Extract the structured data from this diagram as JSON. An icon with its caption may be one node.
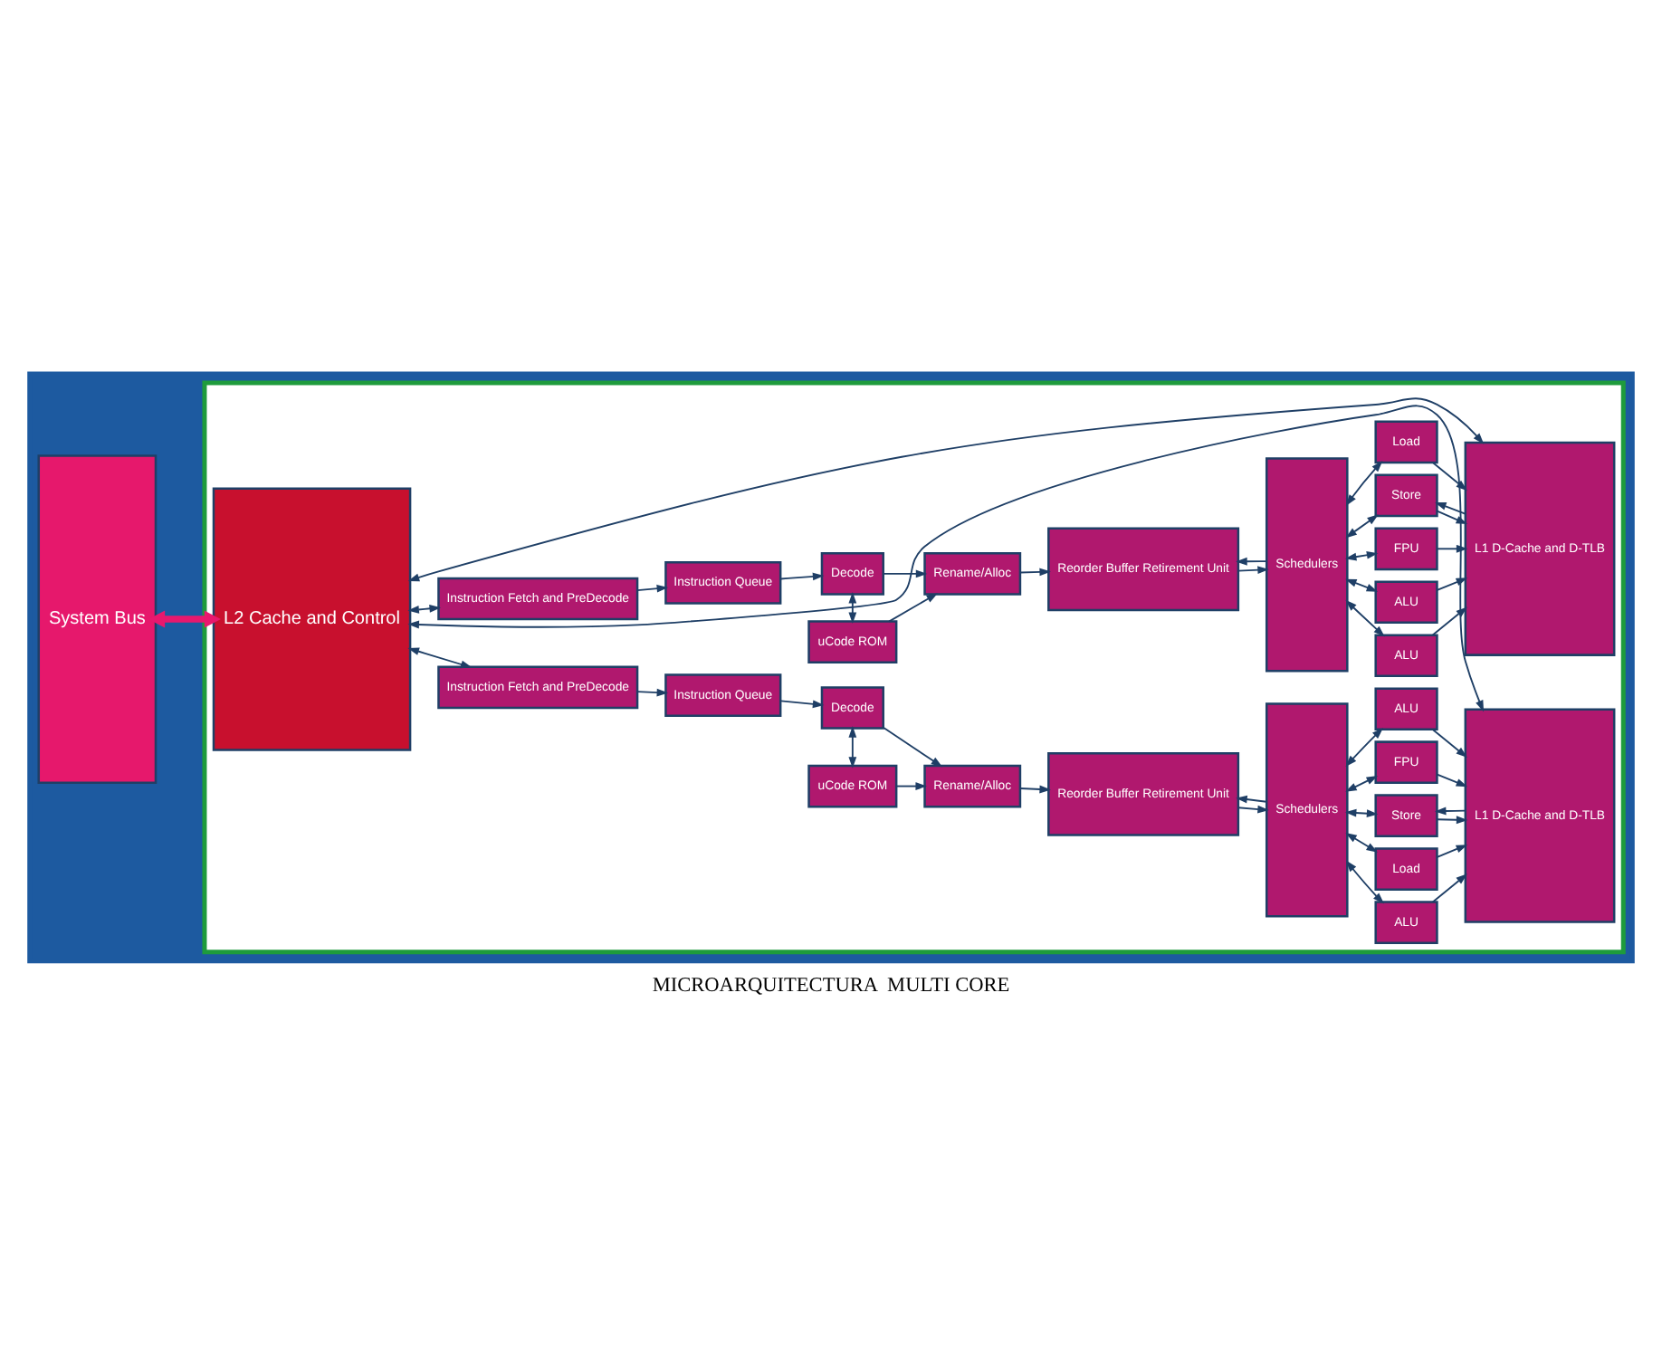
{
  "diagram": {
    "caption": "MICROARQUITECTURA  MULTI CORE",
    "nodes": [
      {
        "text": [],
        "shape": "box"
      },
      {
        "text": [
          "System Bus"
        ],
        "in": 0
      },
      {
        "text": [],
        "shape": "box",
        "in": 0
      },
      {
        "text": [
          "L2 Cache and Control"
        ],
        "in": 2
      },
      {
        "text": [
          "Instruction Fetch and PreDecode"
        ],
        "in": 2
      },
      {
        "text": [
          "Instruction Queue"
        ],
        "in": 2
      },
      {
        "text": [
          "uCode ROM"
        ],
        "in": 2
      },
      {
        "text": [
          "Decode"
        ],
        "in": 2
      },
      {
        "text": [
          "Rename/Alloc"
        ],
        "in": 2
      },
      {
        "text": [
          "Reorder Buffer Retirement Unit"
        ],
        "in": 2
      },
      {
        "text": [
          "Schedulers"
        ],
        "in": 2
      },
      {
        "text": [
          "FPU"
        ],
        "in": 2
      },
      {
        "text": [
          "ALU"
        ],
        "in": 2
      },
      {
        "text": [
          "ALU"
        ],
        "in": 2
      },
      {
        "text": [
          "Load"
        ],
        "in": 2
      },
      {
        "text": [
          "Store"
        ],
        "in": 2
      },
      {
        "text": [
          "L1 D-Cache and D-TLB"
        ],
        "in": 2
      },
      {
        "text": [
          "Instruction Fetch and PreDecode"
        ],
        "in": 2
      },
      {
        "text": [
          "Instruction Queue"
        ],
        "in": 2
      },
      {
        "text": [
          "Decode"
        ],
        "in": 2
      },
      {
        "text": [
          "uCode ROM"
        ],
        "in": 2
      },
      {
        "text": [
          "Rename/Alloc"
        ],
        "in": 2
      },
      {
        "text": [
          "Reorder Buffer Retirement Unit"
        ],
        "in": 2
      },
      {
        "text": [
          "Schedulers"
        ],
        "in": 2
      },
      {
        "text": [
          "Store"
        ],
        "in": 2
      },
      {
        "text": [
          "Load"
        ],
        "in": 2
      },
      {
        "text": [
          "ALU"
        ],
        "in": 2
      },
      {
        "text": [
          "ALU"
        ],
        "in": 2
      },
      {
        "text": [
          "FPU"
        ],
        "in": 2
      },
      {
        "text": [
          "L1 D-Cache and D-TLB"
        ],
        "in": 2
      }
    ],
    "edges": [
      {
        "from": 1,
        "to": 3,
        "arrow": "both",
        "color": "#e8186e",
        "style": "thick"
      },
      {
        "from": 3,
        "to": 4,
        "arrow": "both"
      },
      {
        "from": 4,
        "to": 5,
        "arrow": "to"
      },
      {
        "from": 5,
        "to": 7,
        "arrow": "to"
      },
      {
        "from": 7,
        "to": 6,
        "arrow": "both"
      },
      {
        "from": 6,
        "to": 8,
        "arrow": "to"
      },
      {
        "from": 7,
        "to": 8,
        "arrow": "to"
      },
      {
        "from": 8,
        "to": 9,
        "arrow": "to"
      },
      {
        "from": 9,
        "to": 10,
        "arrow": "to"
      },
      {
        "from": 10,
        "to": 9,
        "arrow": "to"
      },
      {
        "from": 10,
        "to": 11,
        "arrow": "both"
      },
      {
        "from": 10,
        "to": 12,
        "arrow": "both"
      },
      {
        "from": 10,
        "to": 13,
        "arrow": "both"
      },
      {
        "from": 10,
        "to": 14,
        "arrow": "both"
      },
      {
        "from": 10,
        "to": 15,
        "arrow": "both"
      },
      {
        "from": 11,
        "to": 16,
        "arrow": "to"
      },
      {
        "from": 12,
        "to": 16,
        "arrow": "to"
      },
      {
        "from": 13,
        "to": 16,
        "arrow": "to"
      },
      {
        "from": 14,
        "to": 16,
        "arrow": "to"
      },
      {
        "from": 15,
        "to": 16,
        "arrow": "to"
      },
      {
        "from": 16,
        "to": 15,
        "arrow": "to"
      },
      {
        "from": 3,
        "to": 16,
        "arrow": "both"
      },
      {
        "from": 3,
        "to": 17,
        "arrow": "both"
      },
      {
        "from": 17,
        "to": 18,
        "arrow": "to"
      },
      {
        "from": 18,
        "to": 19,
        "arrow": "to"
      },
      {
        "from": 19,
        "to": 20,
        "arrow": "both"
      },
      {
        "from": 20,
        "to": 21,
        "arrow": "to"
      },
      {
        "from": 19,
        "to": 21,
        "arrow": "to"
      },
      {
        "from": 21,
        "to": 22,
        "arrow": "to"
      },
      {
        "from": 22,
        "to": 23,
        "arrow": "to"
      },
      {
        "from": 23,
        "to": 22,
        "arrow": "to"
      },
      {
        "from": 23,
        "to": 24,
        "arrow": "both"
      },
      {
        "from": 23,
        "to": 25,
        "arrow": "both"
      },
      {
        "from": 23,
        "to": 26,
        "arrow": "both"
      },
      {
        "from": 23,
        "to": 27,
        "arrow": "both"
      },
      {
        "from": 23,
        "to": 28,
        "arrow": "both"
      },
      {
        "from": 24,
        "to": 29,
        "arrow": "to"
      },
      {
        "from": 29,
        "to": 24,
        "arrow": "to"
      },
      {
        "from": 25,
        "to": 29,
        "arrow": "to"
      },
      {
        "from": 26,
        "to": 29,
        "arrow": "to"
      },
      {
        "from": 27,
        "to": 29,
        "arrow": "to"
      },
      {
        "from": 28,
        "to": 29,
        "arrow": "to"
      },
      {
        "from": 3,
        "to": 29,
        "arrow": "both"
      }
    ]
  }
}
